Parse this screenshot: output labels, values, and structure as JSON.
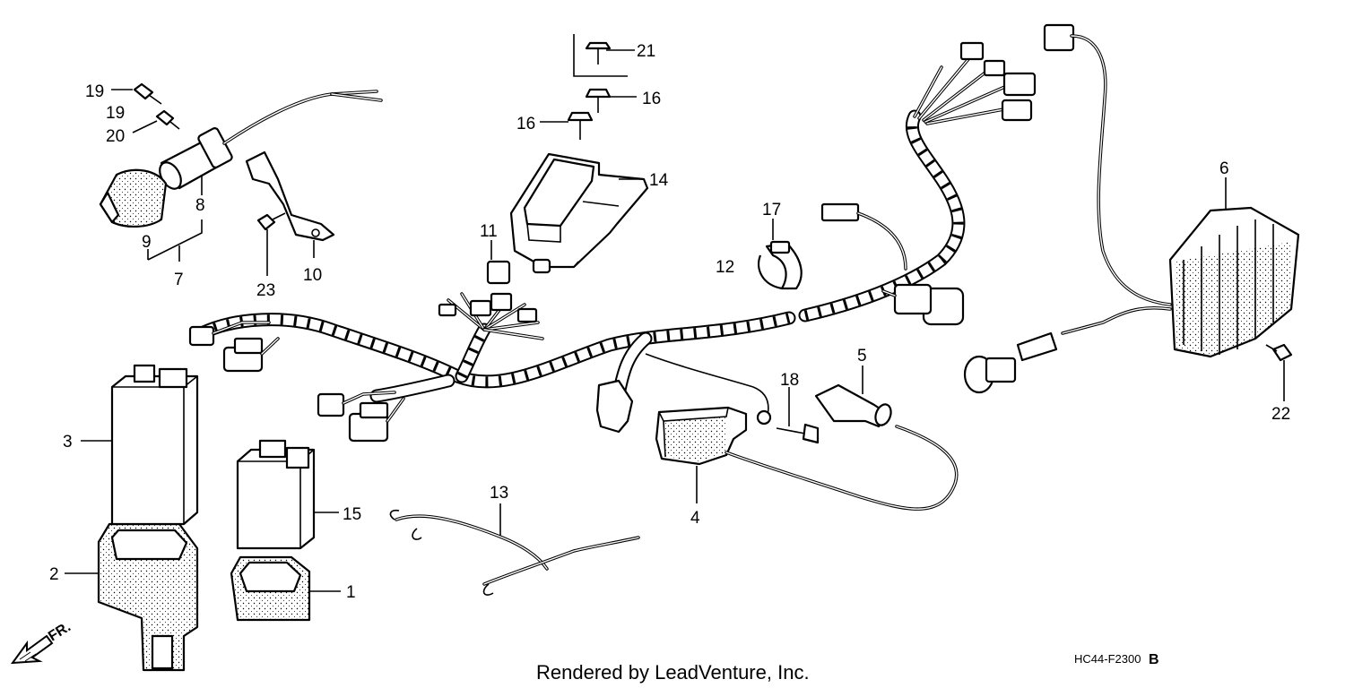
{
  "callouts": [
    {
      "id": "c1",
      "label": "1"
    },
    {
      "id": "c2",
      "label": "2"
    },
    {
      "id": "c3",
      "label": "3"
    },
    {
      "id": "c4",
      "label": "4"
    },
    {
      "id": "c5",
      "label": "5"
    },
    {
      "id": "c6",
      "label": "6"
    },
    {
      "id": "c7",
      "label": "7"
    },
    {
      "id": "c8",
      "label": "8"
    },
    {
      "id": "c9",
      "label": "9"
    },
    {
      "id": "c10",
      "label": "10"
    },
    {
      "id": "c11",
      "label": "11"
    },
    {
      "id": "c12",
      "label": "12"
    },
    {
      "id": "c13",
      "label": "13"
    },
    {
      "id": "c14",
      "label": "14"
    },
    {
      "id": "c15",
      "label": "15"
    },
    {
      "id": "c16a",
      "label": "16"
    },
    {
      "id": "c16b",
      "label": "16"
    },
    {
      "id": "c17",
      "label": "17"
    },
    {
      "id": "c18",
      "label": "18"
    },
    {
      "id": "c19a",
      "label": "19"
    },
    {
      "id": "c19b",
      "label": "19"
    },
    {
      "id": "c20",
      "label": "20"
    },
    {
      "id": "c21",
      "label": "21"
    },
    {
      "id": "c22",
      "label": "22"
    },
    {
      "id": "c23",
      "label": "23"
    }
  ],
  "footer": {
    "rendered_by": "Rendered by LeadVenture, Inc.",
    "diagram_code": "HC44-F2300",
    "diagram_code_suffix": "B"
  },
  "direction_marker": {
    "label": "FR."
  }
}
